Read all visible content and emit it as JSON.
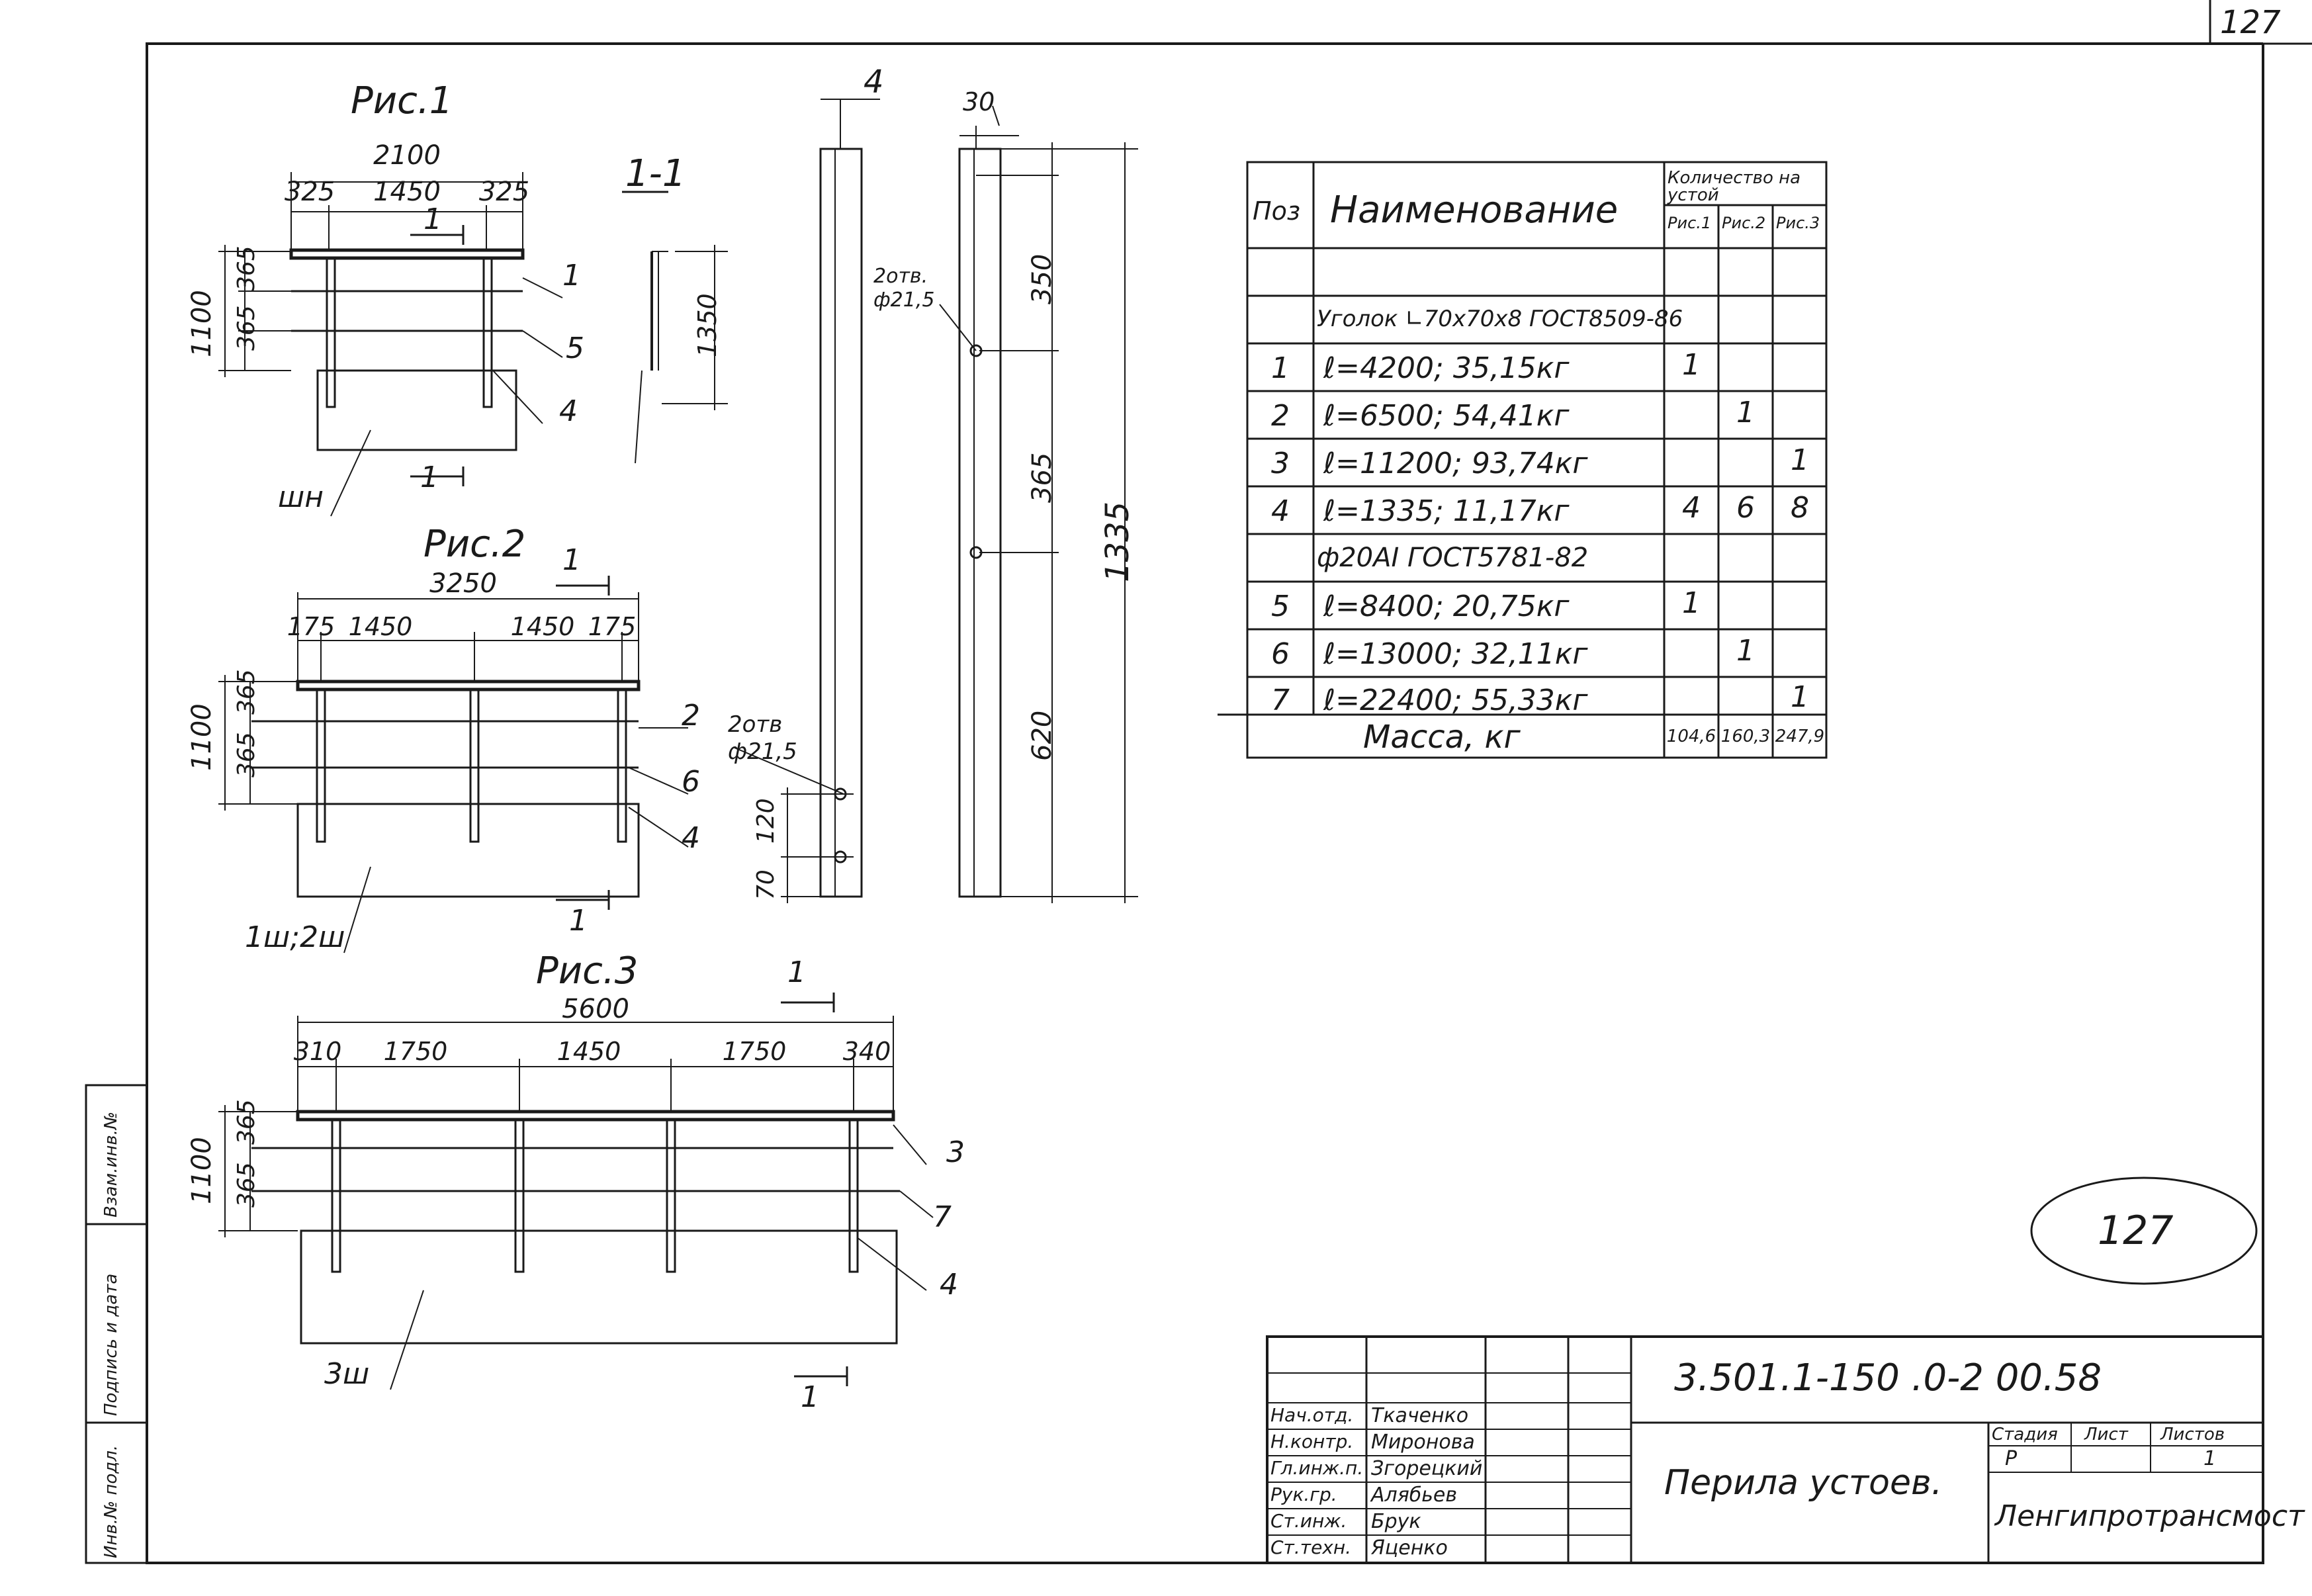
{
  "page_number": "127",
  "sheet_stamp": "127",
  "fig1": {
    "title": "Рис.1",
    "overall": "2100",
    "dims": [
      "325",
      "1450",
      "325"
    ],
    "v_total": "1100",
    "v_seg": [
      "365",
      "365"
    ],
    "section_mark": "1",
    "leaders": [
      "1",
      "5",
      "4"
    ],
    "base_label": "шн"
  },
  "section11": {
    "title": "1-1",
    "dim": "1350"
  },
  "fig2": {
    "title": "Рис.2",
    "overall": "3250",
    "dims": [
      "175",
      "1450",
      "1450",
      "175"
    ],
    "v_total": "1100",
    "v_seg": [
      "365",
      "365"
    ],
    "section_mark": "1",
    "leaders": [
      "2",
      "6",
      "4"
    ],
    "base_label": "1ш;2ш"
  },
  "fig3": {
    "title": "Рис.3",
    "overall": "5600",
    "dims": [
      "310",
      "1750",
      "1450",
      "1750",
      "340"
    ],
    "v_total": "1100",
    "v_seg": [
      "365",
      "365"
    ],
    "section_mark": "1",
    "leaders": [
      "3",
      "7",
      "4"
    ],
    "base_label": "3ш"
  },
  "post": {
    "pos": "4",
    "top_dim": "30",
    "holes_upper": "2отв.\nф21,5",
    "holes_lower": "2отв\nф21,5",
    "dims_v": [
      "350",
      "365",
      "620"
    ],
    "dim_small": [
      "120",
      "70"
    ],
    "total": "1335"
  },
  "spec": {
    "h_pos": "Поз",
    "h_name": "Наименование",
    "h_qty": "Количество на устой",
    "h_figs": [
      "Рис.1",
      "Рис.2",
      "Рис.3"
    ],
    "rows": [
      {
        "pos": "",
        "name": "",
        "q": [
          "",
          "",
          ""
        ]
      },
      {
        "pos": "",
        "name": "Уголок ∟70х70х8 ГОСТ8509-86",
        "q": [
          "",
          "",
          ""
        ]
      },
      {
        "pos": "1",
        "name": "ℓ=4200; 35,15кг",
        "q": [
          "1",
          "",
          ""
        ]
      },
      {
        "pos": "2",
        "name": "ℓ=6500; 54,41кг",
        "q": [
          "",
          "1",
          ""
        ]
      },
      {
        "pos": "3",
        "name": "ℓ=11200; 93,74кг",
        "q": [
          "",
          "",
          "1"
        ]
      },
      {
        "pos": "4",
        "name": "ℓ=1335; 11,17кг",
        "q": [
          "4",
          "6",
          "8"
        ]
      },
      {
        "pos": "",
        "name": "ф20АI ГОСТ5781-82",
        "q": [
          "",
          "",
          ""
        ]
      },
      {
        "pos": "5",
        "name": "ℓ=8400; 20,75кг",
        "q": [
          "1",
          "",
          ""
        ]
      },
      {
        "pos": "6",
        "name": "ℓ=13000; 32,11кг",
        "q": [
          "",
          "1",
          ""
        ]
      },
      {
        "pos": "7",
        "name": "ℓ=22400; 55,33кг",
        "q": [
          "",
          "",
          "1"
        ]
      }
    ],
    "mass_label": "Масса, кг",
    "mass": [
      "104,6",
      "160,3",
      "247,9"
    ]
  },
  "stamp": {
    "code": "3.501.1-150 .0-2 00.58",
    "title": "Перила устоев.",
    "stage_h": "Стадия",
    "sheet_h": "Лист",
    "sheets_h": "Листов",
    "stage": "Р",
    "sheet": "",
    "sheets": "1",
    "org": "Ленгипротрансмост",
    "roles": [
      "Нач.отд.",
      "Н.контр.",
      "Гл.инж.п.",
      "Рук.гр.",
      "Ст.инж.",
      "Ст.техн."
    ],
    "names": [
      "Ткаченко",
      "Миронова",
      "Згорецкий",
      "Алябьев",
      "Брук",
      "Яценко"
    ]
  },
  "side": {
    "a": "Инв.№ подл.",
    "b": "Подпись и дата",
    "c": "Взам.инв.№"
  }
}
